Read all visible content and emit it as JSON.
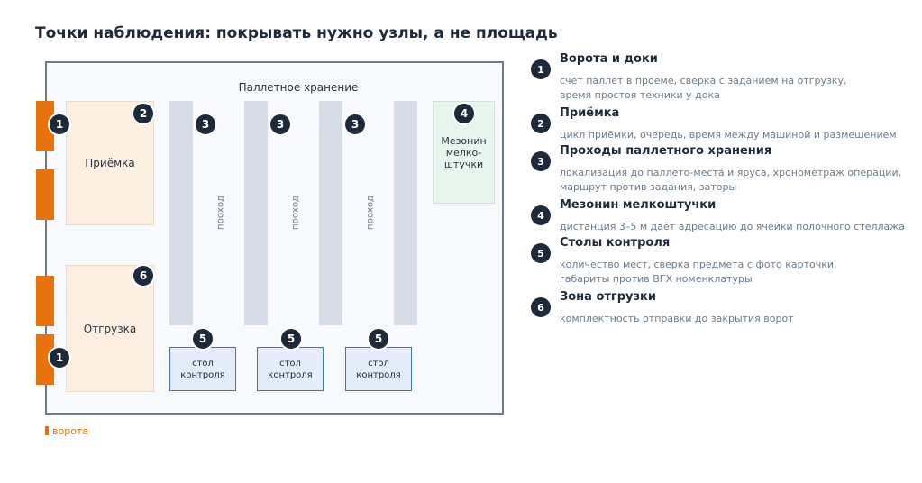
{
  "title": "Точки наблюдения: покрывать нужно узлы, а не площадь",
  "plan": {
    "label": "Паллетное хранение",
    "zones": {
      "receiving": "Приёмка",
      "shipping": "Отгрузка",
      "mezzanine": [
        "Мезонин",
        "мелко-",
        "штучки"
      ]
    },
    "aisle_label": "проход",
    "desk_label": [
      "стол",
      "контроля"
    ],
    "legend_gate": "ворота"
  },
  "badges": {
    "gate": "1",
    "receiving": "2",
    "aisle": "3",
    "mezzanine": "4",
    "desk": "5",
    "shipping": "6"
  },
  "list": [
    {
      "num": "1",
      "title": "Ворота и доки",
      "desc": [
        "счёт паллет в проёме, сверка с заданием на отгрузку,",
        "время простоя техники у дока"
      ]
    },
    {
      "num": "2",
      "title": "Приёмка",
      "desc": [
        "цикл приёмки, очередь, время между машиной и размещением"
      ]
    },
    {
      "num": "3",
      "title": "Проходы паллетного хранения",
      "desc": [
        "локализация до паллето-места и яруса, хронометраж операции,",
        "маршрут против задания, заторы"
      ]
    },
    {
      "num": "4",
      "title": "Мезонин мелкоштучки",
      "desc": [
        "дистанция 3–5 м даёт адресацию до ячейки полочного стеллажа"
      ]
    },
    {
      "num": "5",
      "title": "Столы контроля",
      "desc": [
        "количество мест, сверка предмета с фото карточки,",
        "габариты против ВГХ номенклатуры"
      ]
    },
    {
      "num": "6",
      "title": "Зона отгрузки",
      "desc": [
        "комплектность отправки до закрытия ворот"
      ]
    }
  ],
  "colors": {
    "gate": "#e8720c",
    "badge": "#1e2a3a",
    "zone_fill": "#fdf0e3",
    "mezzanine_fill": "#e8f5ef",
    "rack": "#d5dce5",
    "desk_fill": "#e4ecfa",
    "desk_border": "#3b78c4"
  }
}
